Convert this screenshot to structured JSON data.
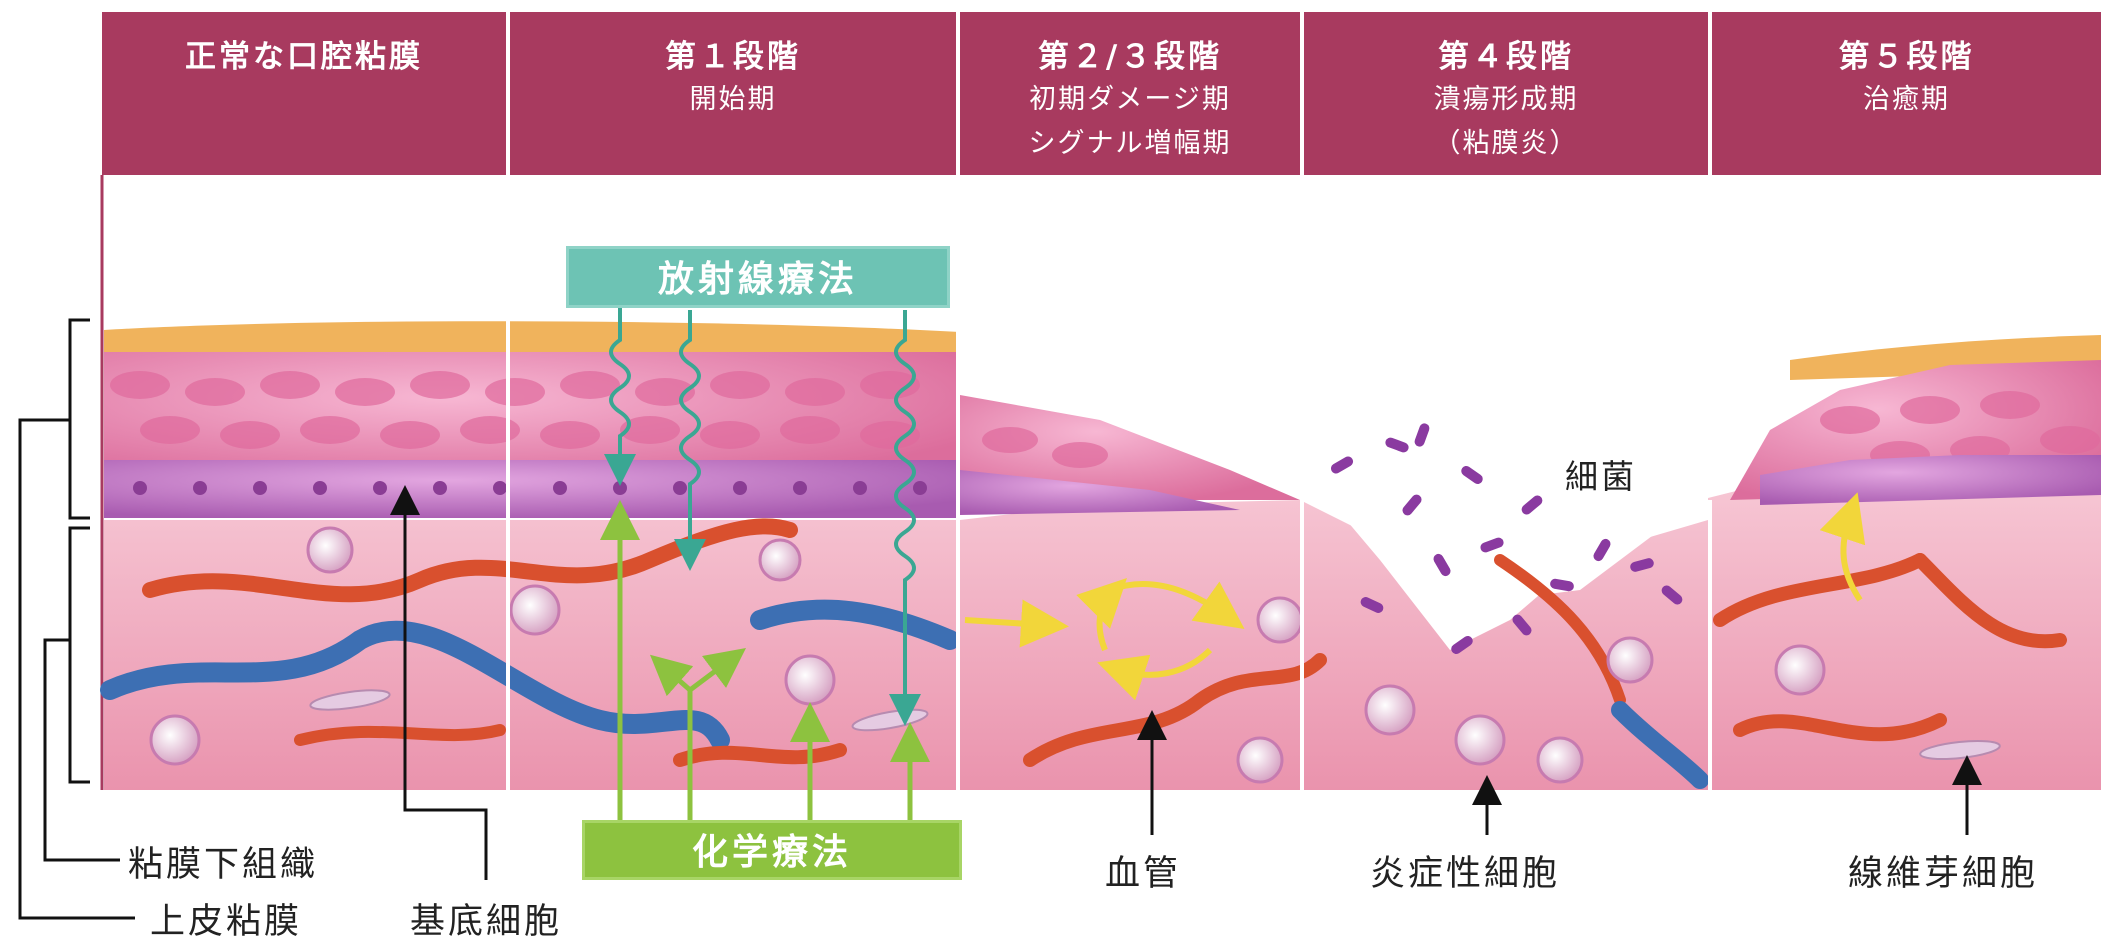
{
  "stages": [
    {
      "title": "正常な口腔粘膜",
      "subtitle_lines": []
    },
    {
      "title": "第１段階",
      "subtitle_lines": [
        "開始期"
      ]
    },
    {
      "title": "第２/３段階",
      "subtitle_lines": [
        "初期ダメージ期",
        "シグナル増幅期"
      ]
    },
    {
      "title": "第４段階",
      "subtitle_lines": [
        "潰瘍形成期",
        "（粘膜炎）"
      ]
    },
    {
      "title": "第５段階",
      "subtitle_lines": [
        "治癒期"
      ]
    }
  ],
  "treatments": {
    "radiotherapy": "放射線療法",
    "chemotherapy": "化学療法"
  },
  "labels": {
    "bacteria": "細菌",
    "blood_vessel": "血管",
    "inflammatory_cells": "炎症性細胞",
    "fibroblast": "線維芽細胞",
    "submucosa": "粘膜下組織",
    "epithelium": "上皮粘膜",
    "basal_cells": "基底細胞"
  },
  "colors": {
    "header": "#a83a5f",
    "radiotherapy": "#6dc3b4",
    "chemotherapy": "#8dc23f",
    "tissue": "#f4b8c8",
    "epithelial_cell": "#ee8fb5",
    "basal_cell": "#c77bc4",
    "artery": "#d9502e",
    "vein": "#3d6fb3",
    "bacteria": "#8a3aa0",
    "signal_arrow": "#f2d63a"
  }
}
